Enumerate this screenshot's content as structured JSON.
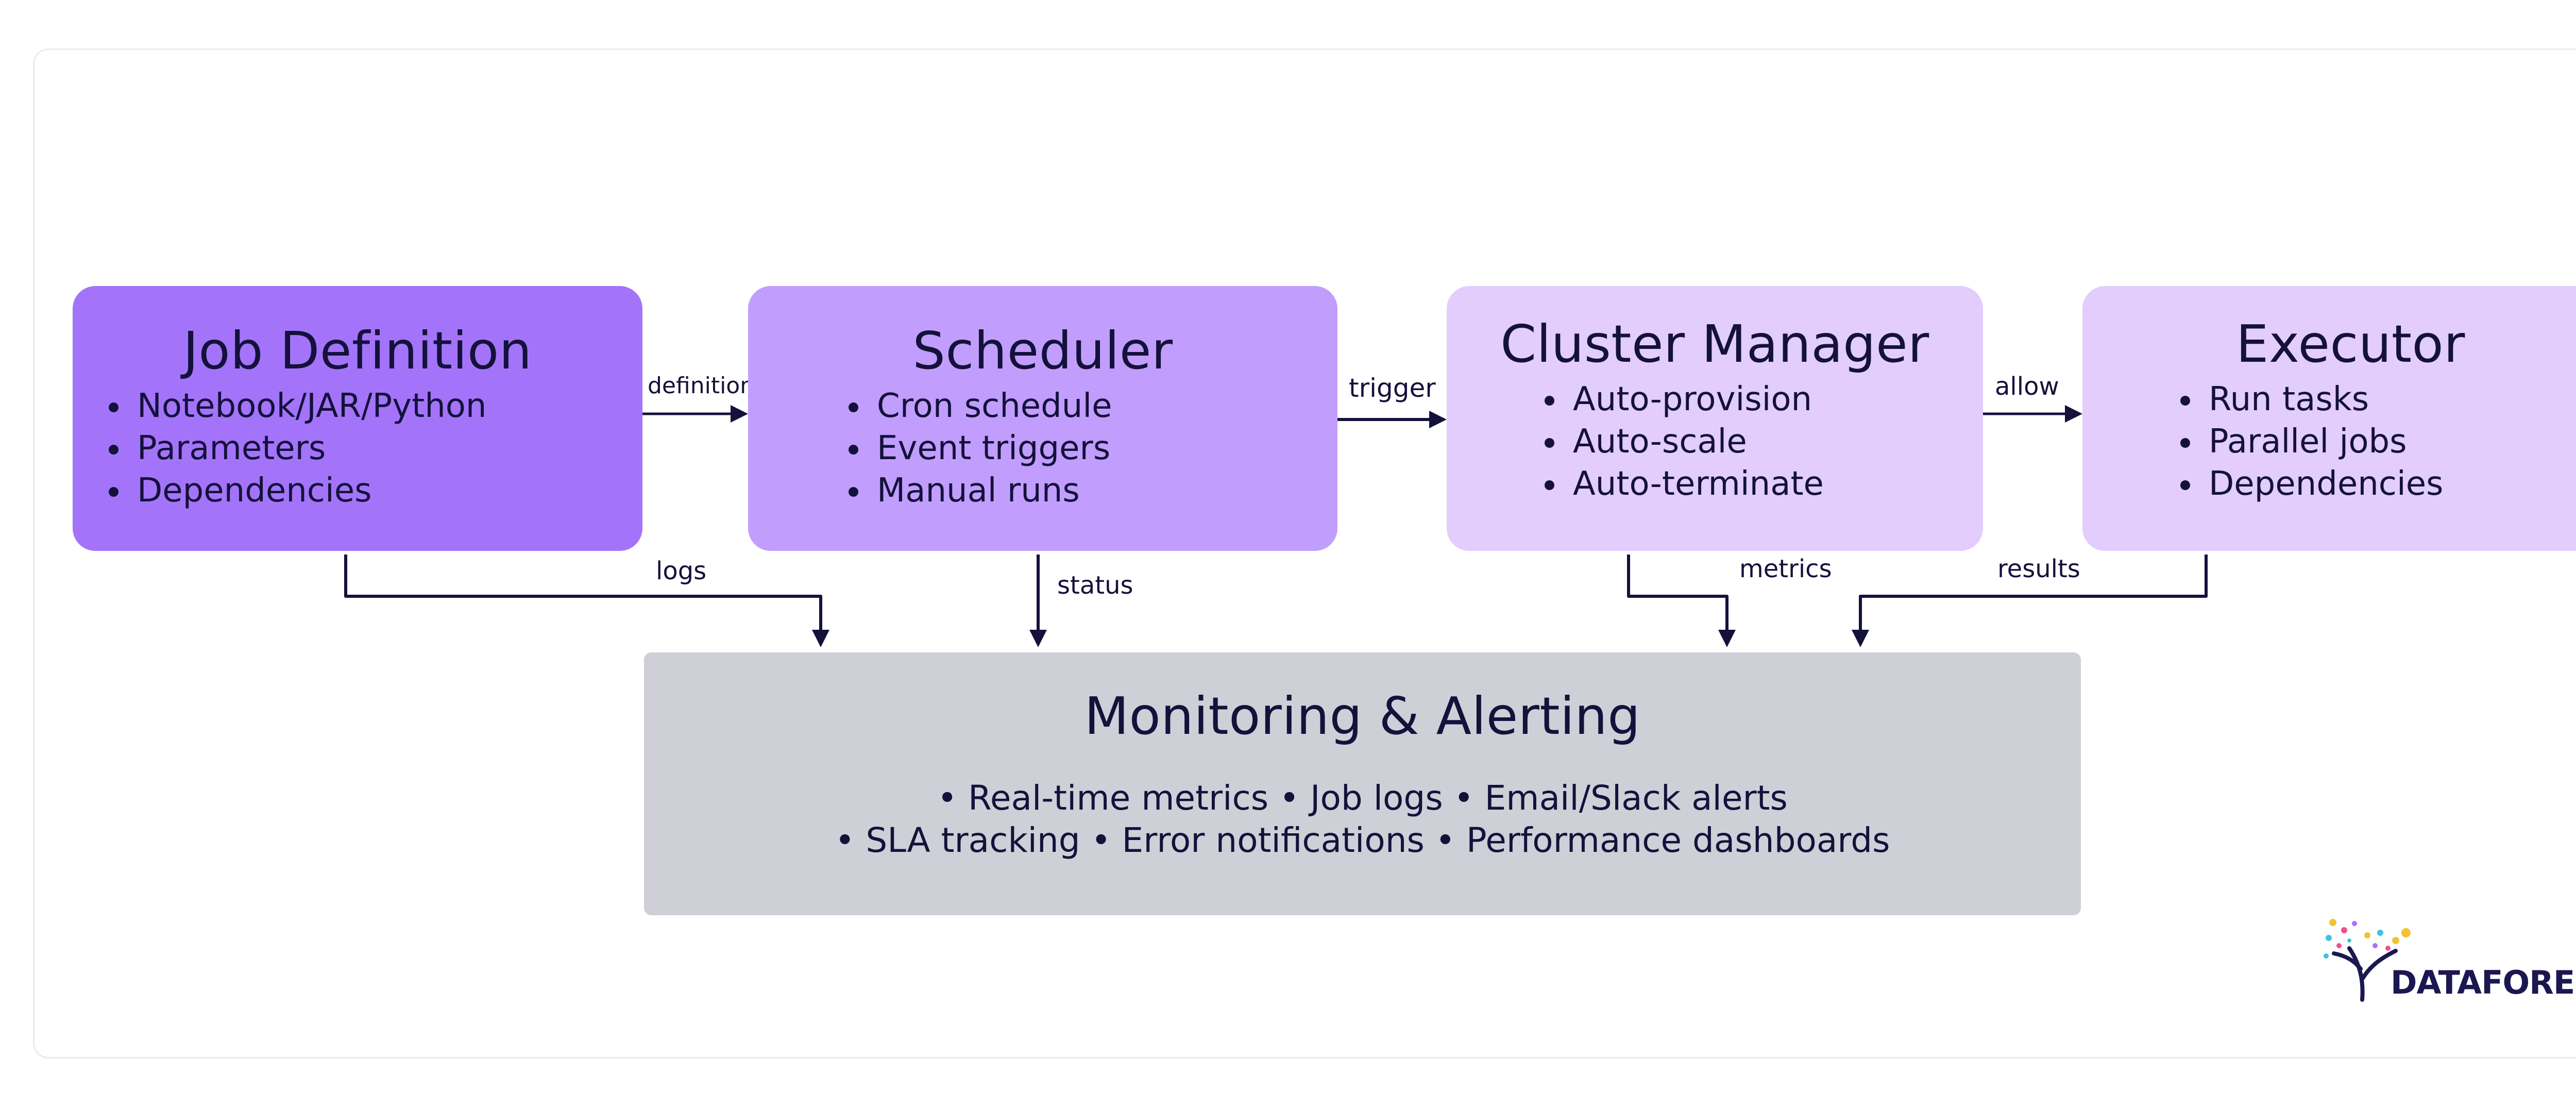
{
  "nodes": {
    "job": {
      "title": "Job Definition",
      "items": [
        "Notebook/JAR/Python",
        "Parameters",
        "Dependencies"
      ]
    },
    "scheduler": {
      "title": "Scheduler",
      "items": [
        "Cron schedule",
        "Event triggers",
        "Manual runs"
      ]
    },
    "cluster": {
      "title": "Cluster Manager",
      "items": [
        "Auto-provision",
        "Auto-scale",
        "Auto-terminate"
      ]
    },
    "executor": {
      "title": "Executor",
      "items": [
        "Run tasks",
        "Parallel jobs",
        "Dependencies"
      ]
    },
    "monitoring": {
      "title": "Monitoring & Alerting",
      "line1": "• Real-time metrics • Job logs • Email/Slack alerts",
      "line2": "• SLA tracking • Error notifications • Performance dashboards"
    }
  },
  "edges": [
    {
      "from": "Job Definition",
      "to": "Scheduler",
      "label": "definition"
    },
    {
      "from": "Scheduler",
      "to": "Cluster Manager",
      "label": "trigger"
    },
    {
      "from": "Cluster Manager",
      "to": "Executor",
      "label": "allow"
    },
    {
      "from": "Job Definition",
      "to": "Monitoring & Alerting",
      "label": "logs"
    },
    {
      "from": "Scheduler",
      "to": "Monitoring & Alerting",
      "label": "status"
    },
    {
      "from": "Cluster Manager",
      "to": "Monitoring & Alerting",
      "label": "metrics"
    },
    {
      "from": "Executor",
      "to": "Monitoring & Alerting",
      "label": "results"
    }
  ],
  "logo": {
    "text": "DATAFOREST"
  },
  "colors": {
    "job": "#a374f9",
    "scheduler": "#c19efd",
    "cluster": "#e2cdfd",
    "executor": "#e2cdfd",
    "monitoring": "#cfcfd7",
    "ink": "#14113b"
  }
}
